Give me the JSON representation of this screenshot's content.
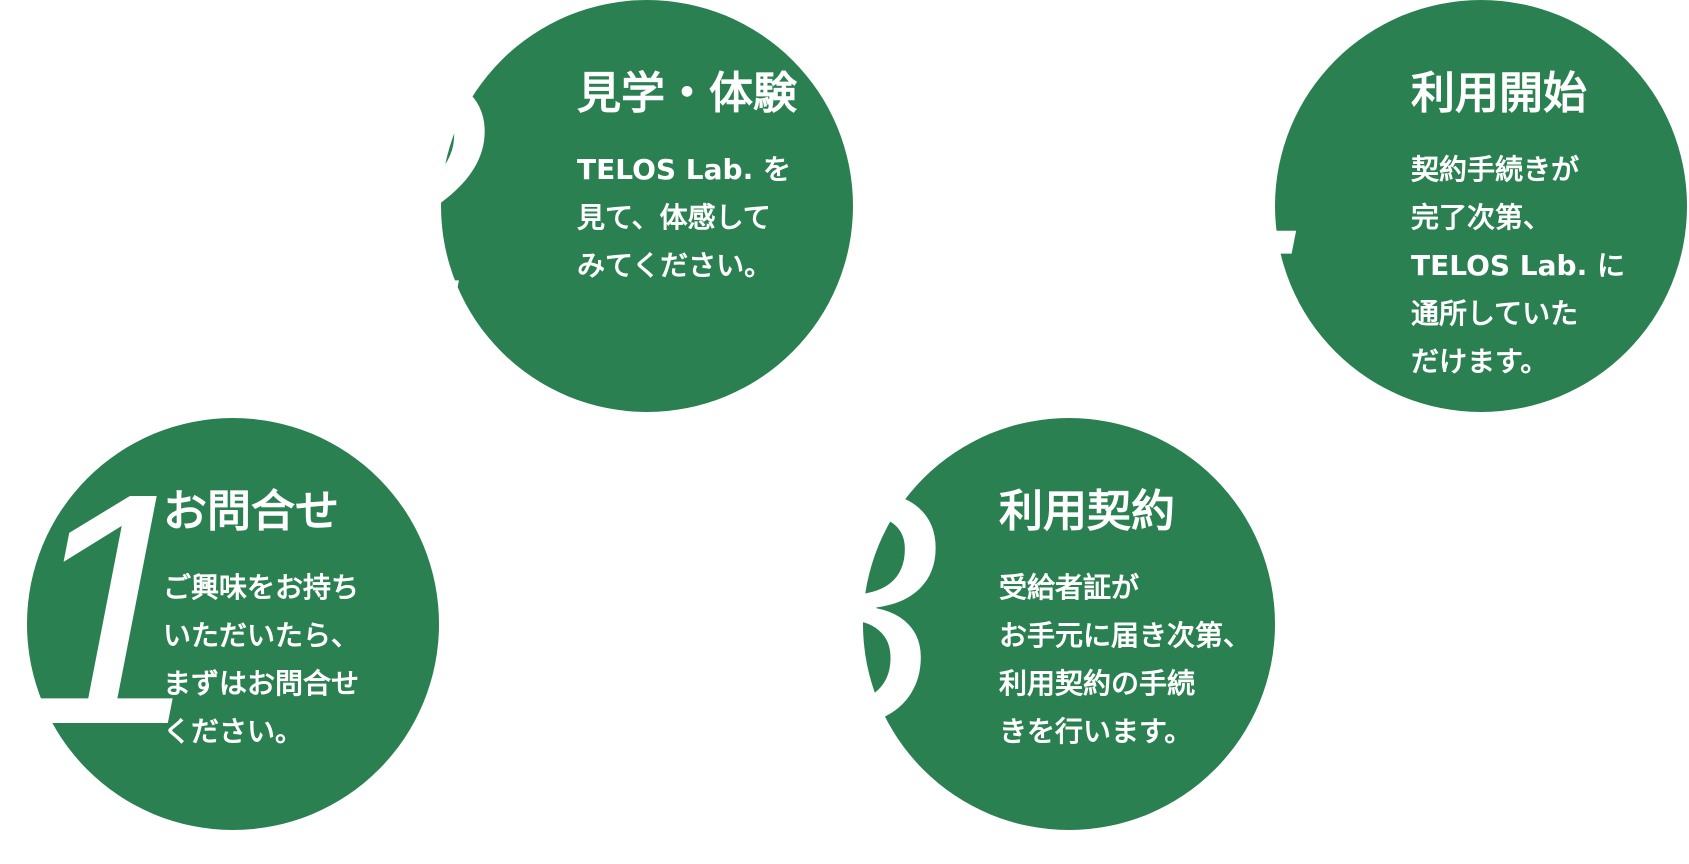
{
  "steps": [
    {
      "number": "1",
      "title": "お問合せ",
      "description": "ご興味をお持ち\nいただいたら、\nまずはお問合せ\nください。"
    },
    {
      "number": "2",
      "title": "見学・体験",
      "description": "TELOS Lab. を\n見て、体感して\nみてください。"
    },
    {
      "number": "3",
      "title": "利用契約",
      "description": "受給者証が\nお手元に届き次第、\n利用契約の手続\nきを行います。"
    },
    {
      "number": "4",
      "title": "利用開始",
      "description": "契約手続きが\n完了次第、\nTELOS Lab. に\n通所していた\nだけます。"
    }
  ],
  "colors": {
    "circle_fill": "#2a8050",
    "text": "#ffffff",
    "background": "#ffffff"
  }
}
